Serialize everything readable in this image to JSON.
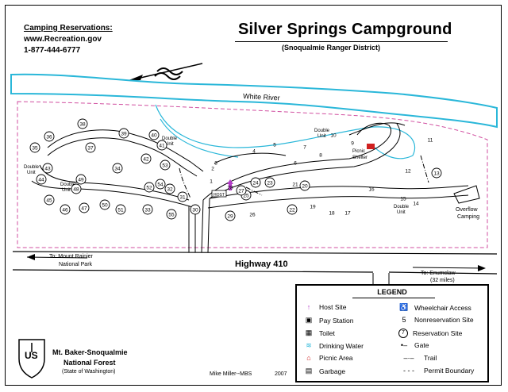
{
  "reservations": {
    "title": "Camping Reservations:",
    "url": "www.Recreation.gov",
    "phone": "1-877-444-6777"
  },
  "title": "Silver Springs Campground",
  "subtitle": "(Snoqualmie Ranger District)",
  "labels": {
    "river": "White River",
    "highway": "Highway 410",
    "west_dest": "To: Mount Rainier",
    "west_dest2": "National Park",
    "east_dest": "To: Enumclaw",
    "east_dest2": "(32 miles)",
    "overflow": "Overflow",
    "overflow2": "Camping",
    "picnic": "Picnic",
    "picnic2": "Shelter",
    "host": "HOST",
    "double_unit": "Double",
    "unit": "Unit"
  },
  "sites": [
    "1",
    "2",
    "3",
    "4",
    "5",
    "6",
    "7",
    "8",
    "9",
    "10",
    "11",
    "12",
    "13",
    "14",
    "15",
    "16",
    "17",
    "18",
    "19",
    "20",
    "21",
    "22",
    "23",
    "24",
    "25",
    "26",
    "27",
    "28",
    "29",
    "30",
    "31",
    "32",
    "33",
    "34",
    "35",
    "36",
    "37",
    "38",
    "39",
    "40",
    "41",
    "42",
    "43",
    "44",
    "45",
    "46",
    "47",
    "48",
    "49",
    "50",
    "51",
    "52",
    "53",
    "54",
    "55"
  ],
  "legend": {
    "title": "LEGEND",
    "items": [
      {
        "sym": "host-site",
        "label": "Host Site"
      },
      {
        "sym": "pay-station",
        "label": "Pay Station"
      },
      {
        "sym": "toilet",
        "label": "Toilet"
      },
      {
        "sym": "drinking-water",
        "label": "Drinking Water"
      },
      {
        "sym": "picnic-area",
        "label": "Picnic Area"
      },
      {
        "sym": "garbage",
        "label": "Garbage"
      },
      {
        "sym": "wheelchair",
        "label": "Wheelchair Access"
      },
      {
        "sym": "5",
        "label": "Nonreservation Site"
      },
      {
        "sym": "7",
        "label": "Reservation Site"
      },
      {
        "sym": "gate",
        "label": "Gate"
      },
      {
        "sym": "trail",
        "label": "Trail"
      },
      {
        "sym": "permit-boundary",
        "label": "Permit Boundary"
      }
    ]
  },
  "agency": {
    "name": "Mt. Baker-Snoqualmie",
    "name2": "National Forest",
    "state": "(State of Washington)",
    "shield": "U.S. Forest Service"
  },
  "credit": "Mike Miller--MBS",
  "year": "2007",
  "colors": {
    "water": "#2ab7d9",
    "boundary": "#d14fa0",
    "host": "#b43cc8",
    "picnic": "#d0201f"
  }
}
